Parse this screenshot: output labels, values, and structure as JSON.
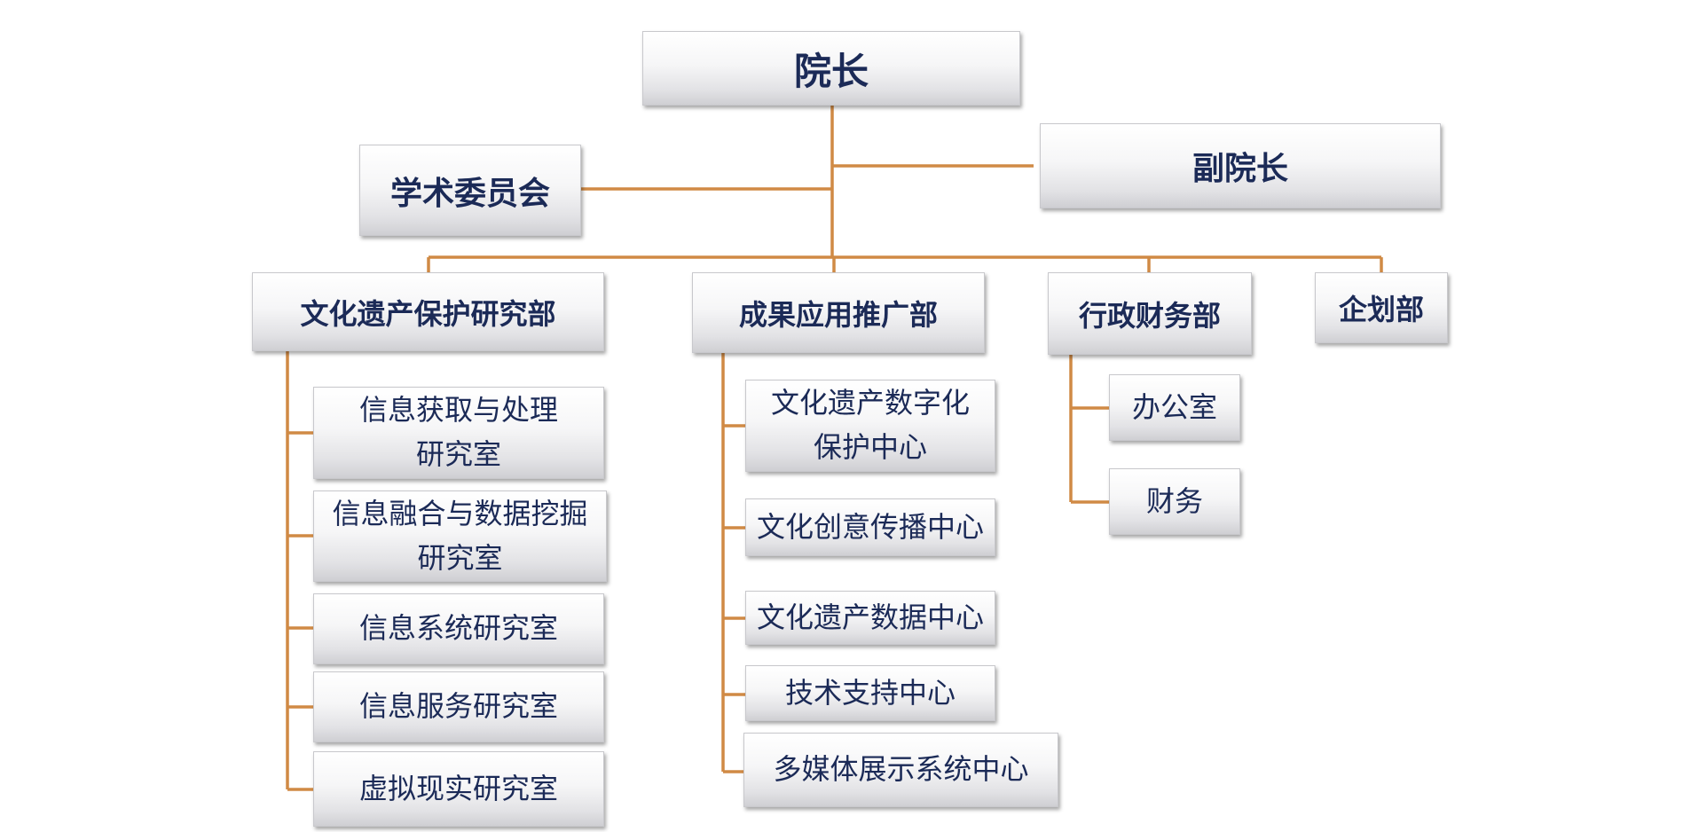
{
  "colors": {
    "connector": "#d08a45",
    "text": "#1b2a57"
  },
  "nodes": {
    "director": "院长",
    "deputy_director": "副院长",
    "academic_committee": "学术委员会",
    "heritage_protection_dept": "文化遗产保护研究部",
    "application_dept": "成果应用推广部",
    "admin_finance_dept": "行政财务部",
    "planning_dept": "企划部"
  },
  "heritage_labs": [
    "信息获取与处理\n研究室",
    "信息融合与数据挖掘\n研究室",
    "信息系统研究室",
    "信息服务研究室",
    "虚拟现实研究室"
  ],
  "application_centers": [
    "文化遗产数字化\n保护中心",
    "文化创意传播中心",
    "文化遗产数据中心",
    "技术支持中心",
    "多媒体展示系统中心"
  ],
  "admin_units": [
    "办公室",
    "财务"
  ]
}
